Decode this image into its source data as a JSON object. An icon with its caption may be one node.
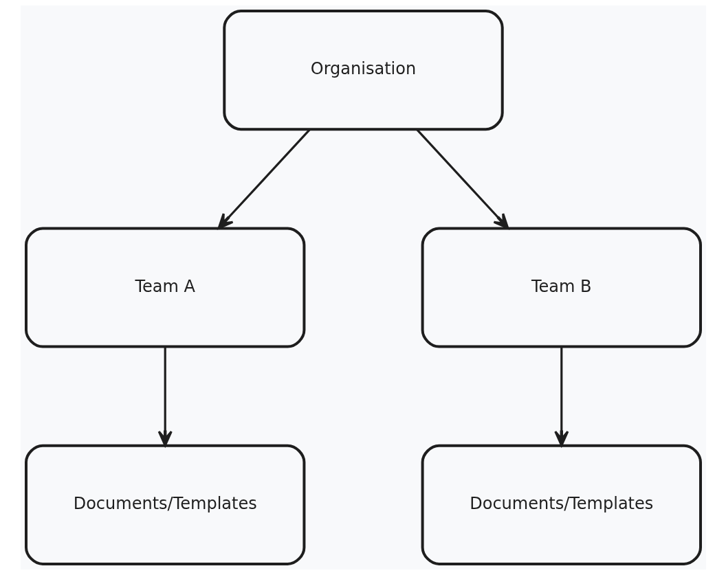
{
  "diagram": {
    "nodes": [
      {
        "text": [
          "Organisation"
        ]
      },
      {
        "text": [
          "Team A"
        ]
      },
      {
        "text": [
          "Team B"
        ]
      },
      {
        "text": [
          "Documents/Templates"
        ]
      },
      {
        "text": [
          "Documents/Templates"
        ]
      }
    ],
    "edges": [
      {
        "from": 0,
        "to": 1,
        "arrow": "to"
      },
      {
        "from": 0,
        "to": 2,
        "arrow": "to"
      },
      {
        "from": 1,
        "to": 3,
        "arrow": "to"
      },
      {
        "from": 2,
        "to": 4,
        "arrow": "to"
      }
    ]
  }
}
